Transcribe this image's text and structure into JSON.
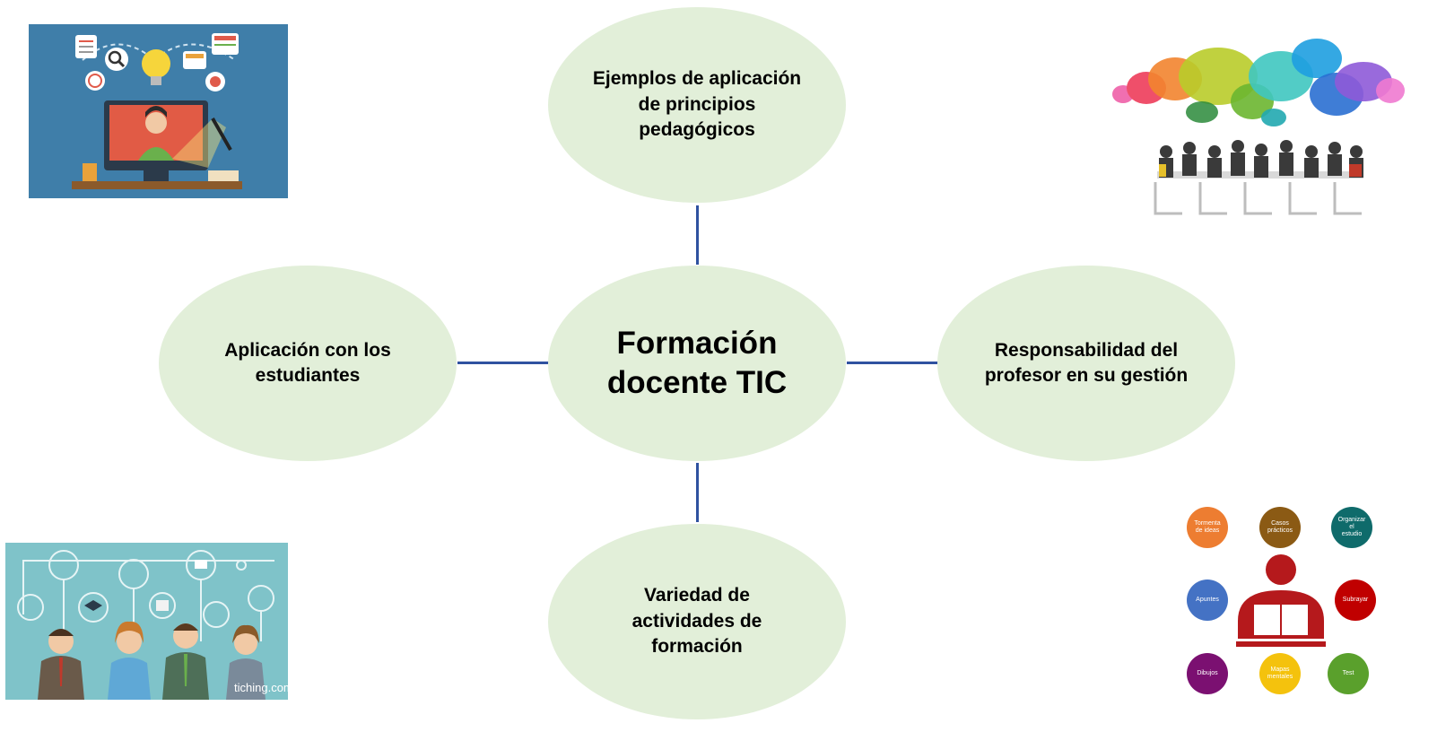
{
  "diagram": {
    "center": "Formación\ndocente TIC",
    "top": "Ejemplos de aplicación\nde principios\npedagógicos",
    "left": "Aplicación con los\nestudiantes",
    "right": "Responsabilidad del\nprofesor en su gestión",
    "bottom": "Variedad de\nactividades de\nformación"
  },
  "images": {
    "study_methods": {
      "bubbles": [
        "Tormenta\nde ideas",
        "Casos\nprácticos",
        "Organizar\nel\nestudio",
        "Apuntes",
        "Subrayar",
        "Dibujos",
        "Mapas\nmentales",
        "Test"
      ]
    },
    "teachers_network": {
      "watermark": "tiching.com"
    }
  },
  "colors": {
    "node_fill": "#e2efd9",
    "connector": "#2f52a0"
  }
}
